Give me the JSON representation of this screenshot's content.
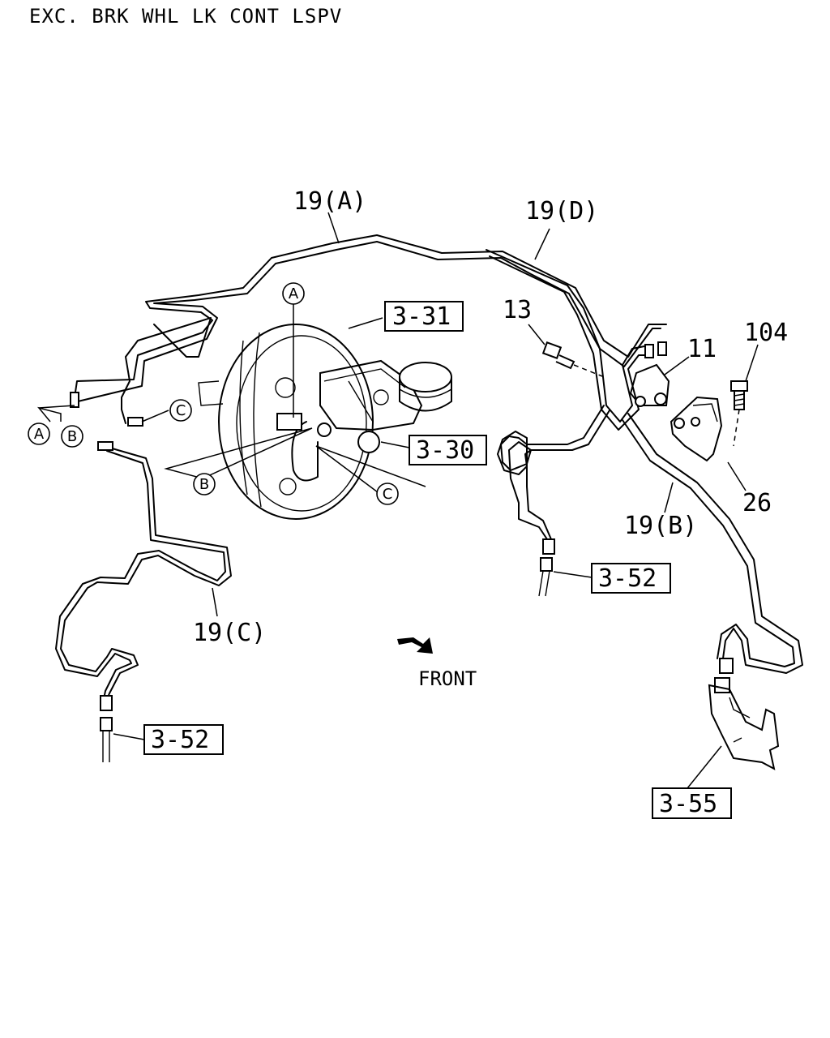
{
  "title": "EXC. BRK WHL LK CONT LSPV",
  "part_labels": {
    "p19a": "19(A)",
    "p19d": "19(D)",
    "p19b": "19(B)",
    "p19c": "19(C)",
    "p13": "13",
    "p11": "11",
    "p104": "104",
    "p26": "26"
  },
  "ref_boxes": {
    "r331": "3-31",
    "r330": "3-30",
    "r352_right": "3-52",
    "r352_left": "3-52",
    "r355": "3-55"
  },
  "connectors": {
    "a": "A",
    "b": "B",
    "c": "C"
  },
  "front_label": "FRONT"
}
